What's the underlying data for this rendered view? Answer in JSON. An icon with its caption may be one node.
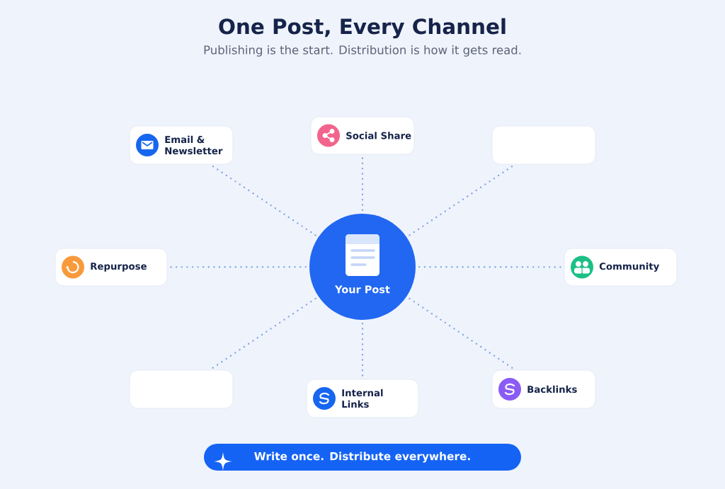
{
  "diagram": {
    "title": "One Post, Every Channel",
    "nodes": [
      {
        "text": [
          "Email & Newsletter"
        ]
      },
      {
        "text": [
          "Social Share"
        ]
      },
      {
        "text": [],
        "shape": "box"
      },
      {
        "text": [
          "Repurpose"
        ]
      },
      {
        "text": [
          "Your Post"
        ]
      },
      {
        "text": [
          "Community"
        ]
      },
      {
        "text": [],
        "shape": "box"
      },
      {
        "text": [
          "Internal Links"
        ]
      },
      {
        "text": [
          "Backlinks"
        ]
      },
      {
        "text": [
          "Write once. Distribute everywhere."
        ]
      }
    ],
    "edges": [
      {
        "from": 4,
        "to": 0,
        "arrow": "none"
      },
      {
        "from": 4,
        "to": 1,
        "arrow": "none"
      },
      {
        "from": 4,
        "to": 2,
        "arrow": "none"
      },
      {
        "from": 4,
        "to": 3,
        "arrow": "none"
      },
      {
        "from": 4,
        "to": 5,
        "arrow": "none"
      },
      {
        "from": 4,
        "to": 6,
        "arrow": "none"
      },
      {
        "from": 4,
        "to": 7,
        "arrow": "none"
      },
      {
        "from": 4,
        "to": 8,
        "arrow": "none"
      }
    ],
    "labels": [
      "Publishing is the start. Distribution is how it gets read."
    ]
  }
}
